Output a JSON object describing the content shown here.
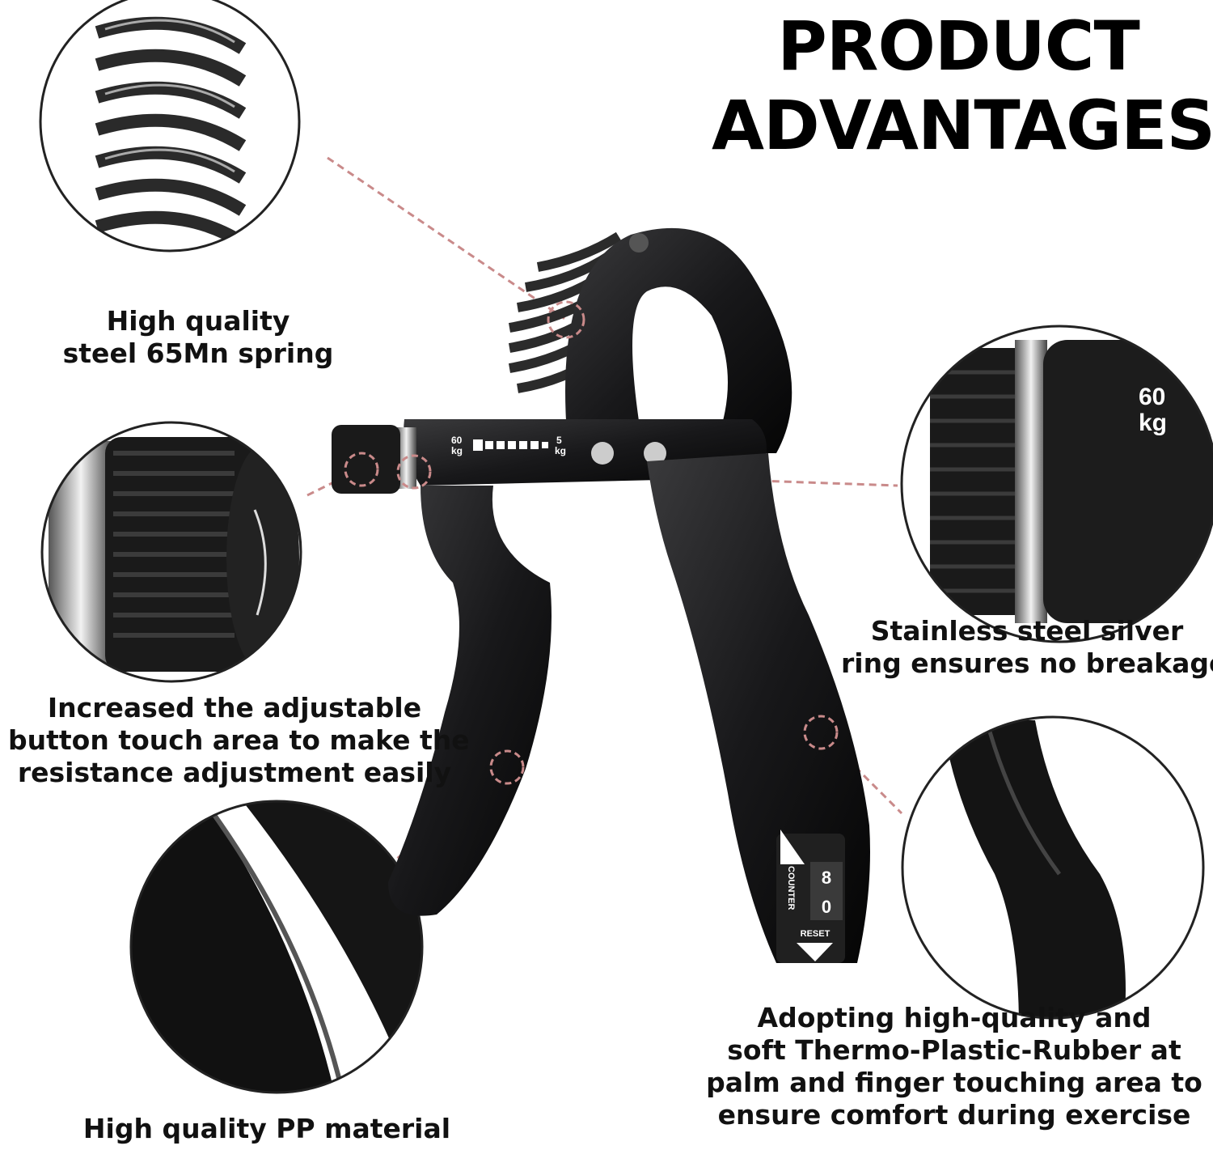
{
  "title": {
    "line1": "PRODUCT",
    "line2": "ADVANTAGES"
  },
  "features": [
    {
      "lines": [
        "High quality",
        "steel 65Mn spring"
      ]
    },
    {
      "lines": [
        "Increased the adjustable",
        "button touch area to make the",
        "resistance adjustment easily"
      ]
    },
    {
      "lines": [
        "High quality PP material"
      ]
    },
    {
      "lines": [
        "Stainless steel silver",
        "ring ensures no breakage"
      ]
    },
    {
      "lines": [
        "Adopting high-quality and",
        "soft Thermo-Plastic-Rubber at",
        "palm and finger touching area to",
        "ensure comfort during exercise"
      ]
    }
  ],
  "device": {
    "scale_max": "60",
    "scale_min": "5",
    "unit": "kg",
    "counter_label": "COUNTER",
    "counter_digits": [
      "8",
      "0"
    ],
    "reset_label": "RESET",
    "detail_label_value": "60",
    "detail_label_unit": "kg"
  },
  "colors": {
    "leader": "#c98a8a",
    "body": "#1c1c1e"
  }
}
